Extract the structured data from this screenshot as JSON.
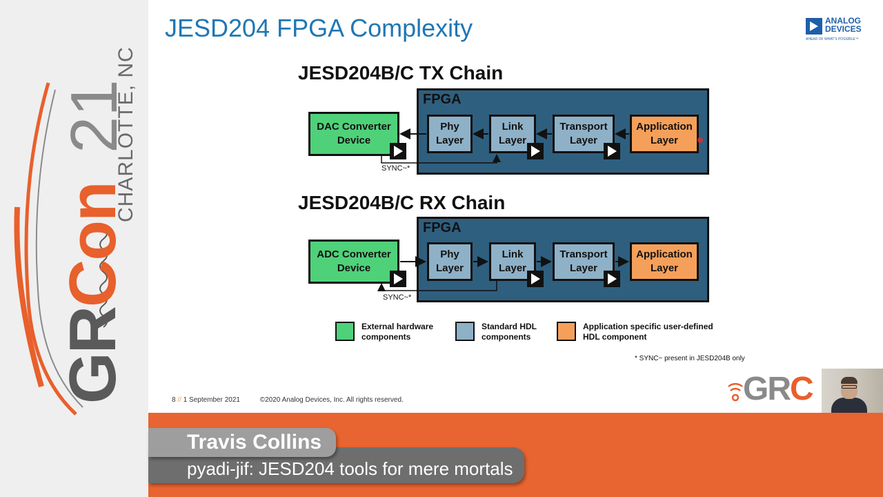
{
  "banner": {
    "event_name_part1": "GR",
    "event_name_part2": "Con",
    "year": "21",
    "city": "CHARLOTTE, NC"
  },
  "slide": {
    "title": "JESD204 FPGA Complexity",
    "logo_name": "ANALOG DEVICES",
    "logo_tagline": "AHEAD OF WHAT'S POSSIBLE™",
    "tx": {
      "title": "JESD204B/C TX Chain",
      "fpga_label": "FPGA",
      "converter": "DAC Converter\nDevice",
      "phy": "Phy\nLayer",
      "link": "Link\nLayer",
      "transport": "Transport\nLayer",
      "application": "Application\nLayer",
      "sync": "SYNC~*"
    },
    "rx": {
      "title": "JESD204B/C RX Chain",
      "fpga_label": "FPGA",
      "converter": "ADC Converter\nDevice",
      "phy": "Phy\nLayer",
      "link": "Link\nLayer",
      "transport": "Transport\nLayer",
      "application": "Application\nLayer",
      "sync": "SYNC~*"
    },
    "legend": {
      "external": "External hardware\ncomponents",
      "standard": "Standard HDL\ncomponents",
      "application": "Application specific user-defined\nHDL component"
    },
    "footnote": "* SYNC~ present in JESD204B only",
    "page_number": "8",
    "page_separator": "//",
    "date": "1 September 2021",
    "copyright": "©2020 Analog Devices, Inc. All rights reserved."
  },
  "overlay": {
    "grc_logo_part1": "GR",
    "grc_logo_part2": "C",
    "speaker_name": "Travis Collins",
    "talk_title": "pyadi-jif: JESD204 tools for mere mortals"
  },
  "colors": {
    "orange": "#e8602c",
    "title_blue": "#1f77b4",
    "fpga_blue": "#2f5f7f",
    "hdl_blue": "#8eb1c8",
    "app_orange": "#f5a05a",
    "ext_green": "#4fd17a"
  }
}
